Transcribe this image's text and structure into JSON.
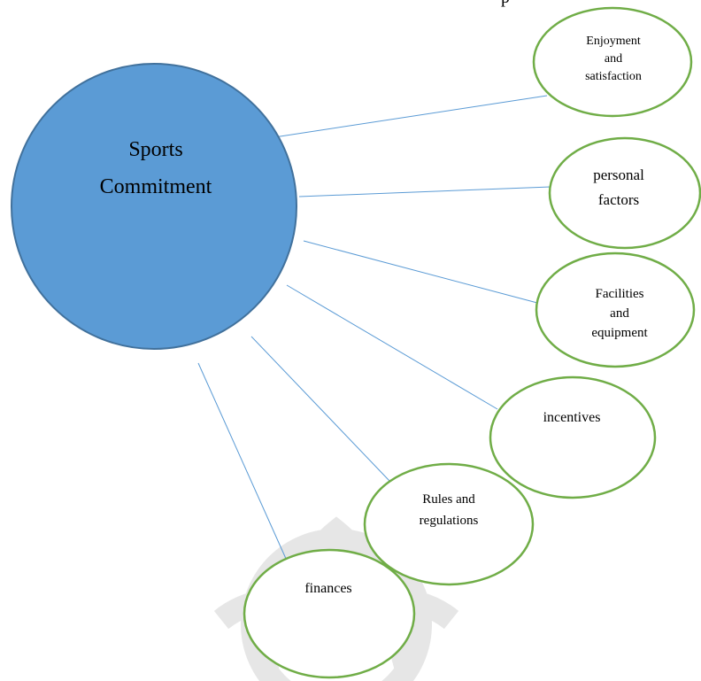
{
  "header_fragment": "p",
  "center": {
    "lines": [
      "Sports",
      "Commitment"
    ],
    "fill": "#5b9bd5",
    "stroke": "#41719c"
  },
  "connector_color": "#5b9bd5",
  "factor_stroke": "#70ad47",
  "factors": [
    {
      "id": "enjoyment",
      "lines": [
        "Enjoyment",
        "and",
        "satisfaction"
      ]
    },
    {
      "id": "personal",
      "lines": [
        "personal",
        "factors"
      ]
    },
    {
      "id": "facilities",
      "lines": [
        "Facilities",
        "and",
        "equipment"
      ]
    },
    {
      "id": "incentives",
      "lines": [
        "incentives"
      ]
    },
    {
      "id": "rules",
      "lines": [
        "Rules and",
        "regulations"
      ]
    },
    {
      "id": "finances",
      "lines": [
        "finances"
      ]
    }
  ],
  "watermark_color": "#e6e6e6"
}
